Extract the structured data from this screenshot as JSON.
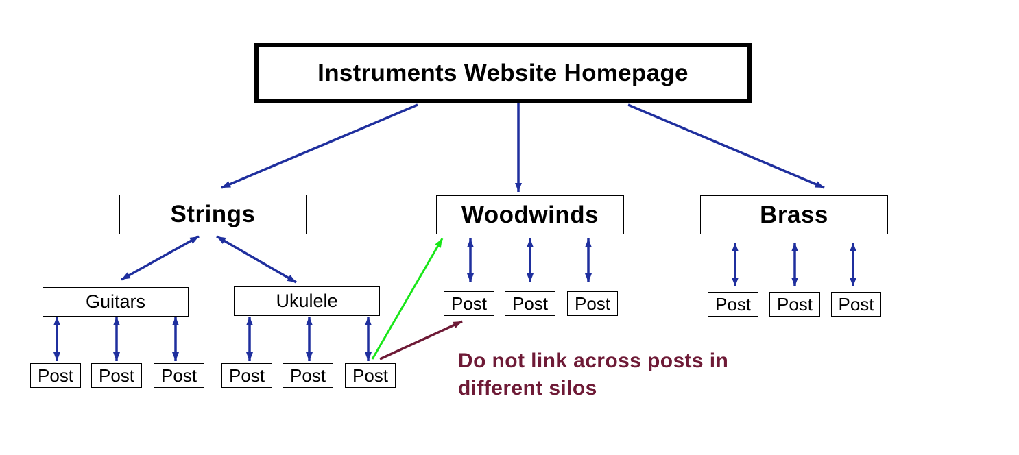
{
  "diagram": {
    "title": "Instruments Website Homepage",
    "silos": [
      {
        "id": "strings",
        "label": "Strings"
      },
      {
        "id": "woodwinds",
        "label": "Woodwinds"
      },
      {
        "id": "brass",
        "label": "Brass"
      }
    ],
    "subcategories": [
      {
        "id": "guitars",
        "label": "Guitars",
        "parent": "strings"
      },
      {
        "id": "ukulele",
        "label": "Ukulele",
        "parent": "strings"
      }
    ],
    "post_label": "Post",
    "post_groups": [
      {
        "parent": "guitars",
        "count": 3
      },
      {
        "parent": "ukulele",
        "count": 3
      },
      {
        "parent": "woodwinds",
        "count": 3
      },
      {
        "parent": "brass",
        "count": 3
      }
    ],
    "note": {
      "line1": "Do not link across posts in",
      "line2": "different silos"
    },
    "colors": {
      "hierarchy_arrow": "#1f2f9e",
      "allowed_link_arrow": "#19e619",
      "forbidden_link_arrow": "#6e1a36",
      "note_text": "#6e1a36",
      "box_border": "#000000"
    }
  }
}
